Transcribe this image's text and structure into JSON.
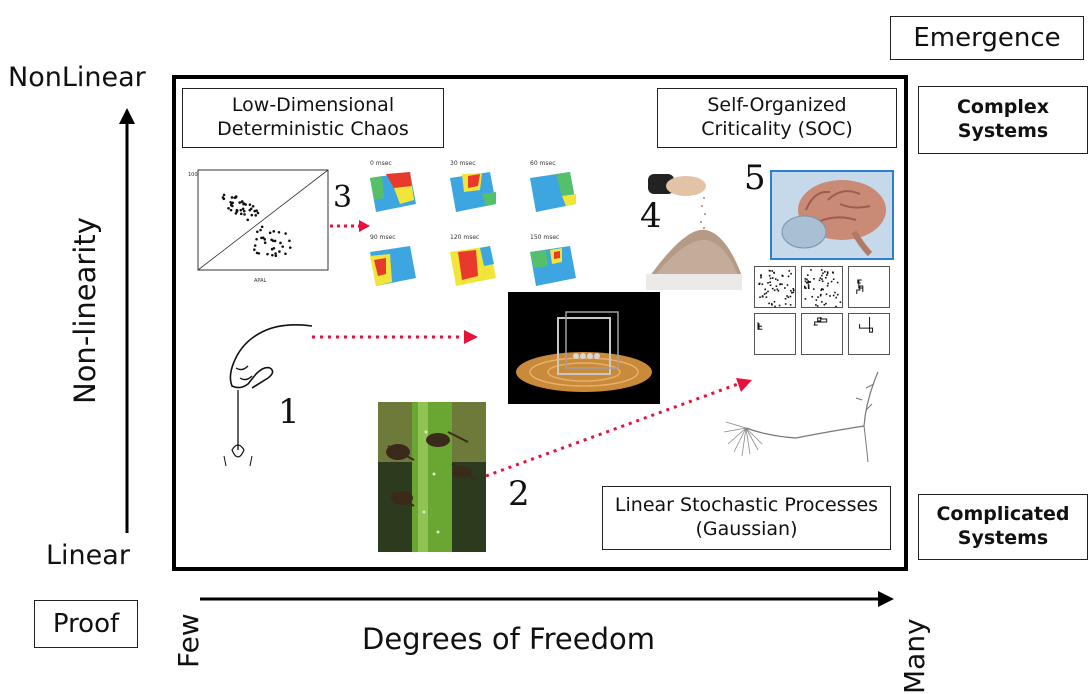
{
  "top_right_label": "Emergence",
  "bottom_left_label": "Proof",
  "y_axis": {
    "title": "Non-linearity",
    "top_label": "NonLinear",
    "bottom_label": "Linear"
  },
  "x_axis": {
    "title": "Degrees of Freedom",
    "left_label": "Few",
    "right_label": "Many"
  },
  "right_labels": {
    "complex": "Complex Systems",
    "complicated": "Complicated Systems"
  },
  "quadrant_labels": {
    "chaos": "Low-Dimensional Deterministic Chaos",
    "soc": "Self-Organized Criticality (SOC)",
    "stochastic": "Linear Stochastic Processes  (Gaussian)"
  },
  "example_numbers": [
    "1",
    "2",
    "3",
    "4",
    "5"
  ],
  "heatmap_times": [
    "0 msec",
    "30 msec",
    "60 msec",
    "90 msec",
    "120 msec",
    "150 msec"
  ],
  "colors": {
    "arrow": "#e8113c",
    "frame": "#000000",
    "brain_border": "#2f7fd1"
  }
}
